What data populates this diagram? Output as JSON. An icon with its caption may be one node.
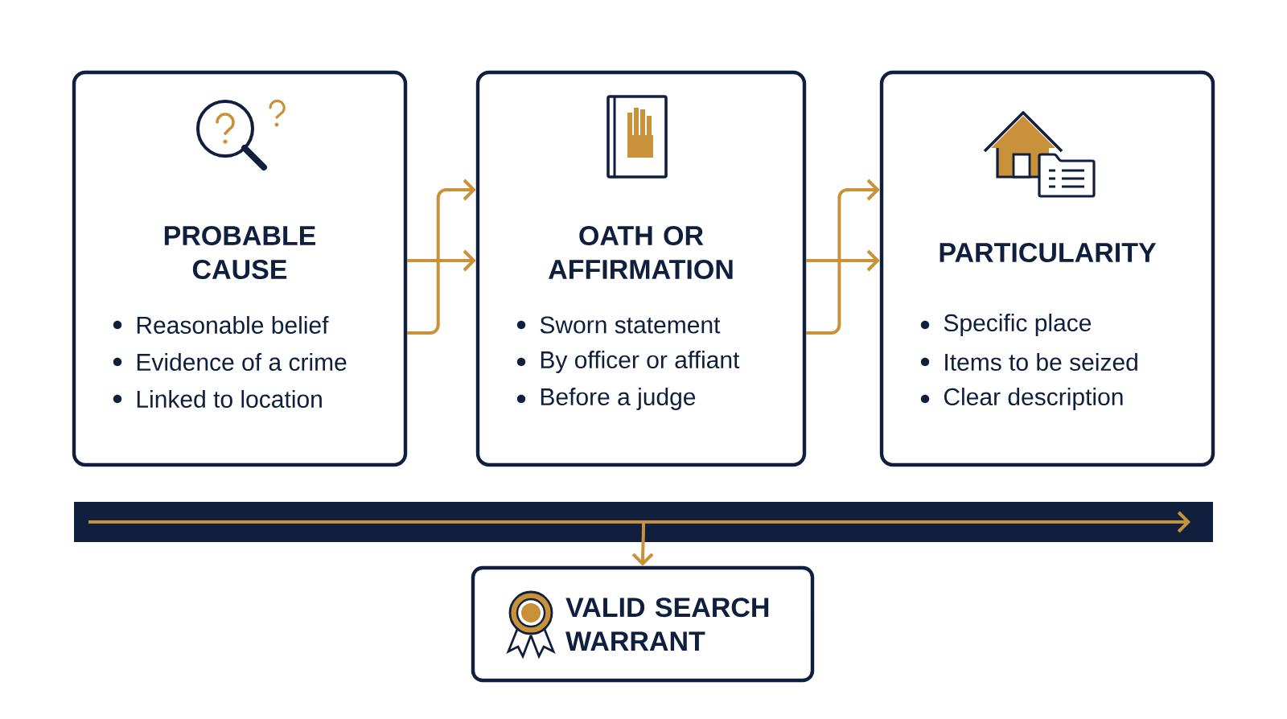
{
  "diagram": {
    "nodes": [
      {
        "text": [
          "PROBABLE CAUSE",
          "Reasonable belief",
          "Evidence of a crime",
          "Linked to location"
        ]
      },
      {
        "text": [
          "OATH OR AFFIRMATION",
          "Sworn statement",
          "By officer or affiant",
          "Before a judge"
        ]
      },
      {
        "text": [
          "PARTICULARITY",
          "Specific place",
          "Items to be seized",
          "Clear description"
        ]
      },
      {
        "text": [],
        "shape": "bar"
      },
      {
        "text": [
          "VALID SEARCH WARRANT"
        ]
      }
    ],
    "edges": [
      {
        "from": 0,
        "to": 1,
        "arrow": "to"
      },
      {
        "from": 0,
        "to": 1,
        "arrow": "to"
      },
      {
        "from": 1,
        "to": 2,
        "arrow": "to"
      },
      {
        "from": 1,
        "to": 2,
        "arrow": "to"
      },
      {
        "from": 3,
        "to": 4,
        "arrow": "to"
      }
    ]
  }
}
